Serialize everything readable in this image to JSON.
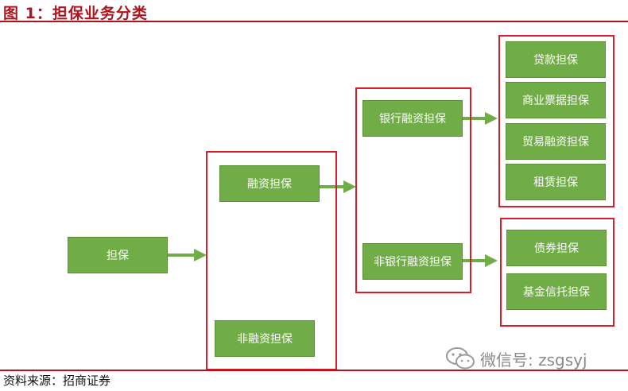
{
  "header": {
    "title": "图 1：担保业务分类"
  },
  "footer": {
    "source": "资料来源：招商证券",
    "watermark": "微信号: zsgsyj"
  },
  "diagram": {
    "root": "担保",
    "level1": [
      "融资担保",
      "非融资担保"
    ],
    "level2": [
      "银行融资担保",
      "非银行融资担保"
    ],
    "bank_items": [
      "贷款担保",
      "商业票据担保",
      "贸易融资担保",
      "租赁担保"
    ],
    "nonbank_items": [
      "债券担保",
      "基金信托担保"
    ]
  },
  "colors": {
    "node_fill": "#70ad47",
    "frame": "#d81e2a",
    "title": "#b0131c"
  }
}
